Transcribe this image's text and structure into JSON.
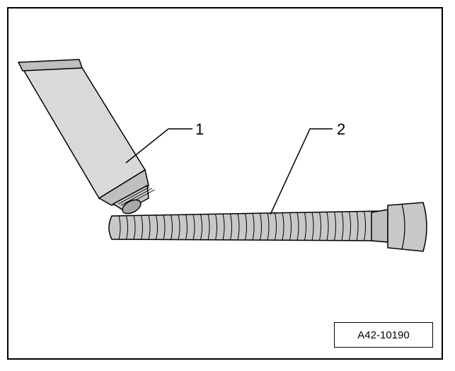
{
  "figure": {
    "callouts": [
      {
        "label": "1",
        "part": "tube"
      },
      {
        "label": "2",
        "part": "bolt"
      }
    ],
    "reference_code": "A42-10190",
    "colors": {
      "stroke": "#000000",
      "tube_fill": "#d9d9d9",
      "tube_shade": "#bfbfbf",
      "bolt_fill": "#c8c8c8",
      "bolt_shade": "#a9a9a9",
      "background": "#ffffff"
    }
  }
}
